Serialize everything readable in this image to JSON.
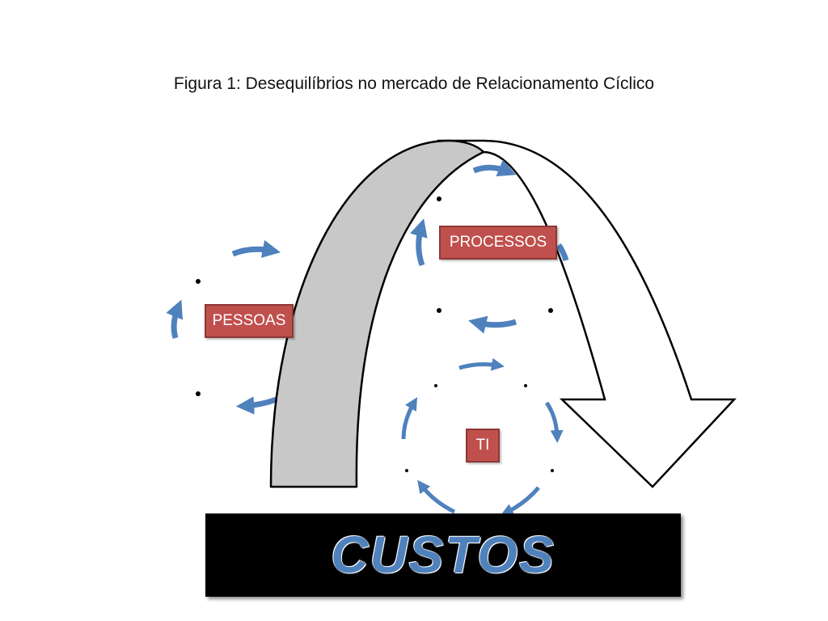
{
  "caption": "Figura 1: Desequilíbrios no mercado de Relacionamento Cíclico",
  "labels": {
    "pessoas": "PESSOAS",
    "processos": "PROCESSOS",
    "ti": "TI"
  },
  "costs": "CUSTOS",
  "colors": {
    "label_fill": "#c0504d",
    "cycle_arrow": "#4f81bd",
    "arch_fill": "#c8c8c8",
    "bar_fill": "#000000"
  }
}
